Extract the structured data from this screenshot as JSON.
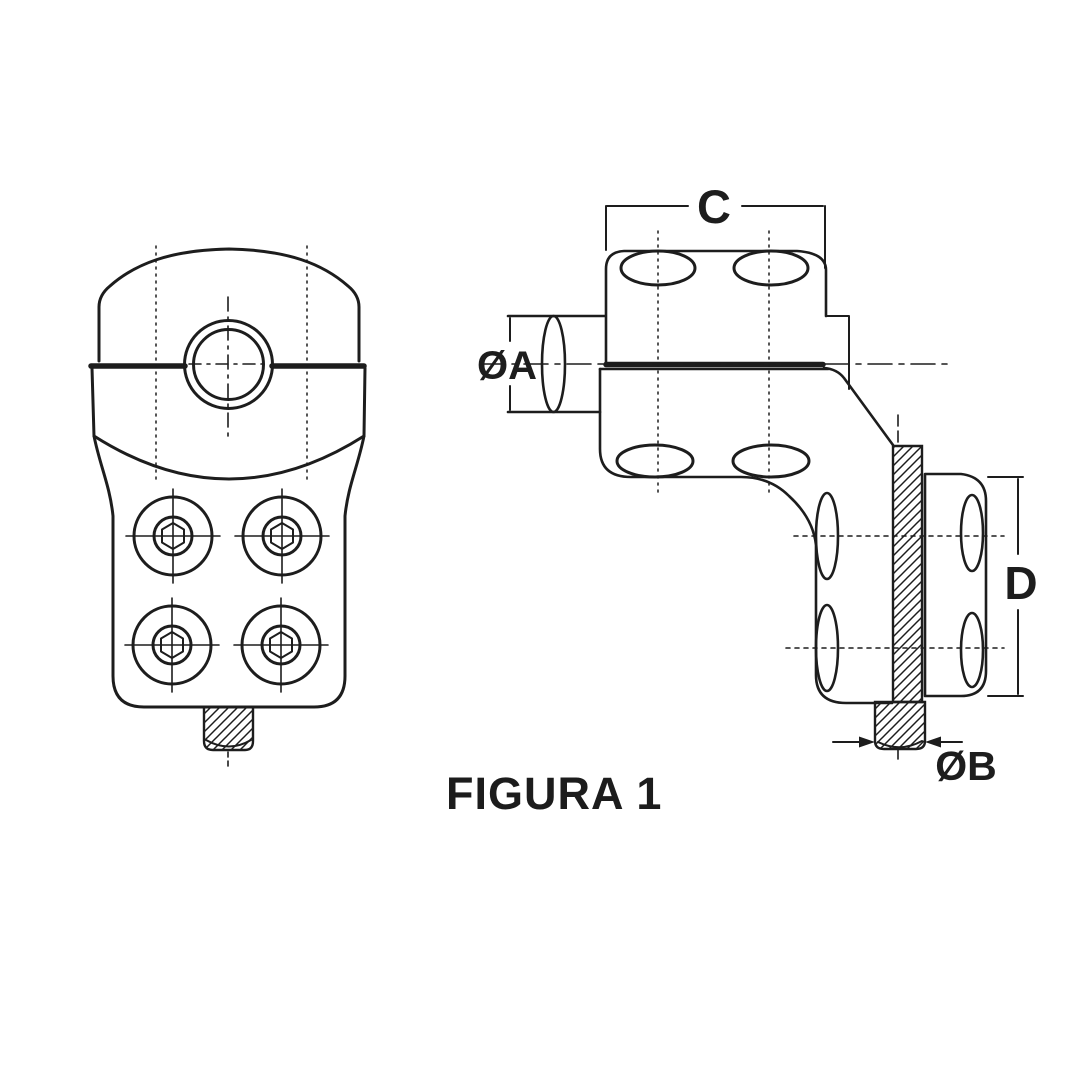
{
  "figure": {
    "caption": "FIGURA 1"
  },
  "dimensions": {
    "top_width": "C",
    "bore_diameter": "ØA",
    "clamp_height": "D",
    "stud_diameter": "ØB"
  },
  "colors": {
    "line": "#1d1d1d",
    "background": "#ffffff"
  }
}
